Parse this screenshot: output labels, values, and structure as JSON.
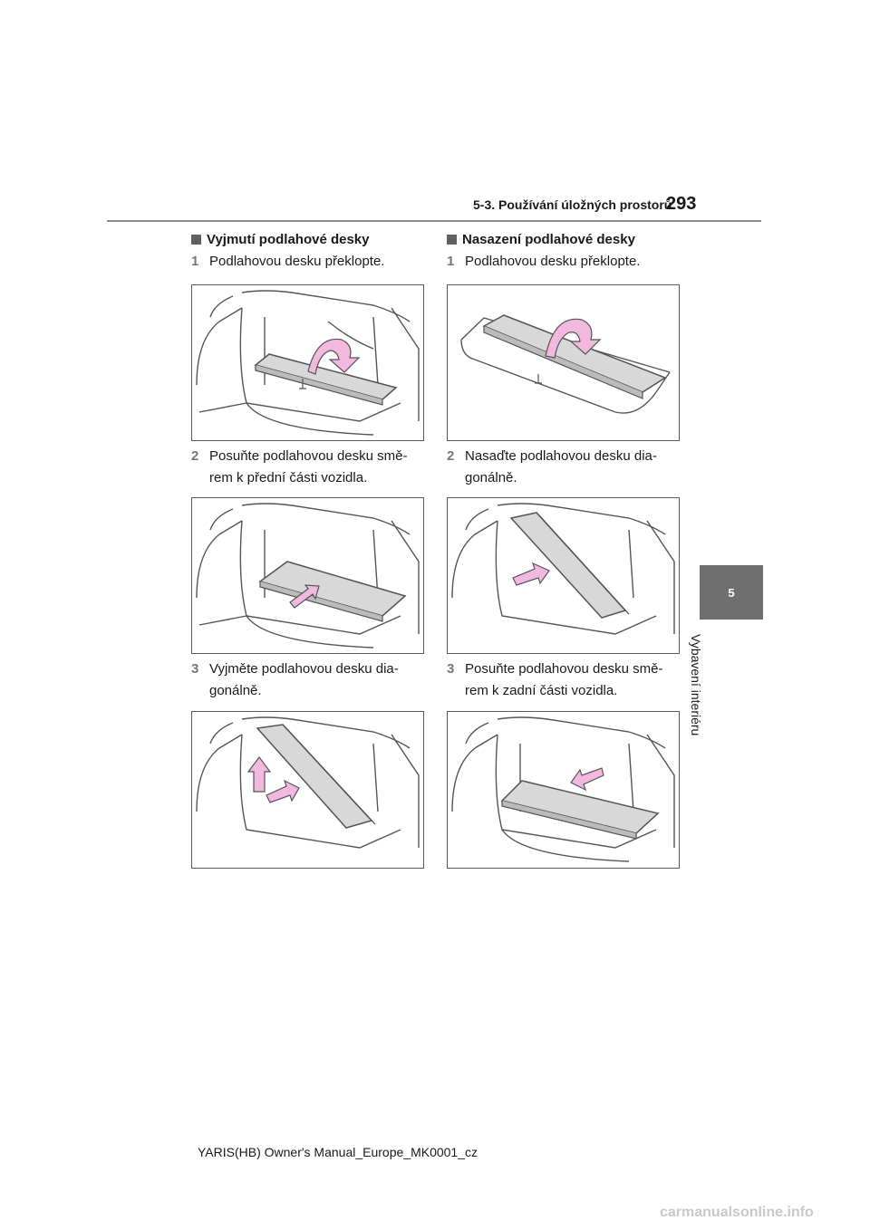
{
  "header": {
    "section_title": "5-3. Používání úložných prostorů",
    "page_number": "293"
  },
  "side_tab": {
    "chapter_number": "5",
    "chapter_title": "Vybavení interiéru"
  },
  "left_column": {
    "heading": "Vyjmutí podlahové desky",
    "steps": [
      {
        "num": "1",
        "lines": [
          "Podlahovou desku překlopte."
        ]
      },
      {
        "num": "2",
        "lines": [
          "Posuňte podlahovou desku smě-",
          "rem k přední části vozidla."
        ]
      },
      {
        "num": "3",
        "lines": [
          "Vyjměte podlahovou desku dia-",
          "gonálně."
        ]
      }
    ]
  },
  "right_column": {
    "heading": "Nasazení podlahové desky",
    "steps": [
      {
        "num": "1",
        "lines": [
          "Podlahovou desku překlopte."
        ]
      },
      {
        "num": "2",
        "lines": [
          "Nasaďte podlahovou desku dia-",
          "gonálně."
        ]
      },
      {
        "num": "3",
        "lines": [
          "Posuňte podlahovou desku smě-",
          "rem k zadní části vozidla."
        ]
      }
    ]
  },
  "colors": {
    "arrow_fill": "#f2b8de",
    "panel_fill": "#d8d8d8",
    "tab_bg": "#6f6f6f"
  },
  "footer": {
    "text": "YARIS(HB) Owner's Manual_Europe_MK0001_cz"
  },
  "watermark": "carmanualsonline.info"
}
